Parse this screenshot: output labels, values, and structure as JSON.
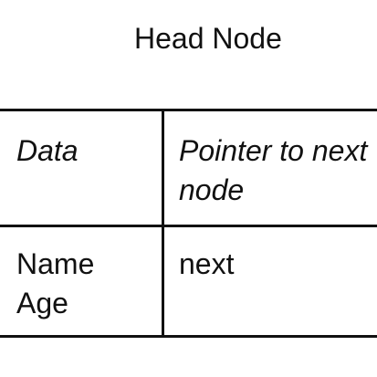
{
  "diagram": {
    "title": "Head Node",
    "cells": {
      "data_header": "Data",
      "pointer_header": "Pointer to next\nnode",
      "data_value": "Name\nAge",
      "pointer_value": "next"
    }
  }
}
